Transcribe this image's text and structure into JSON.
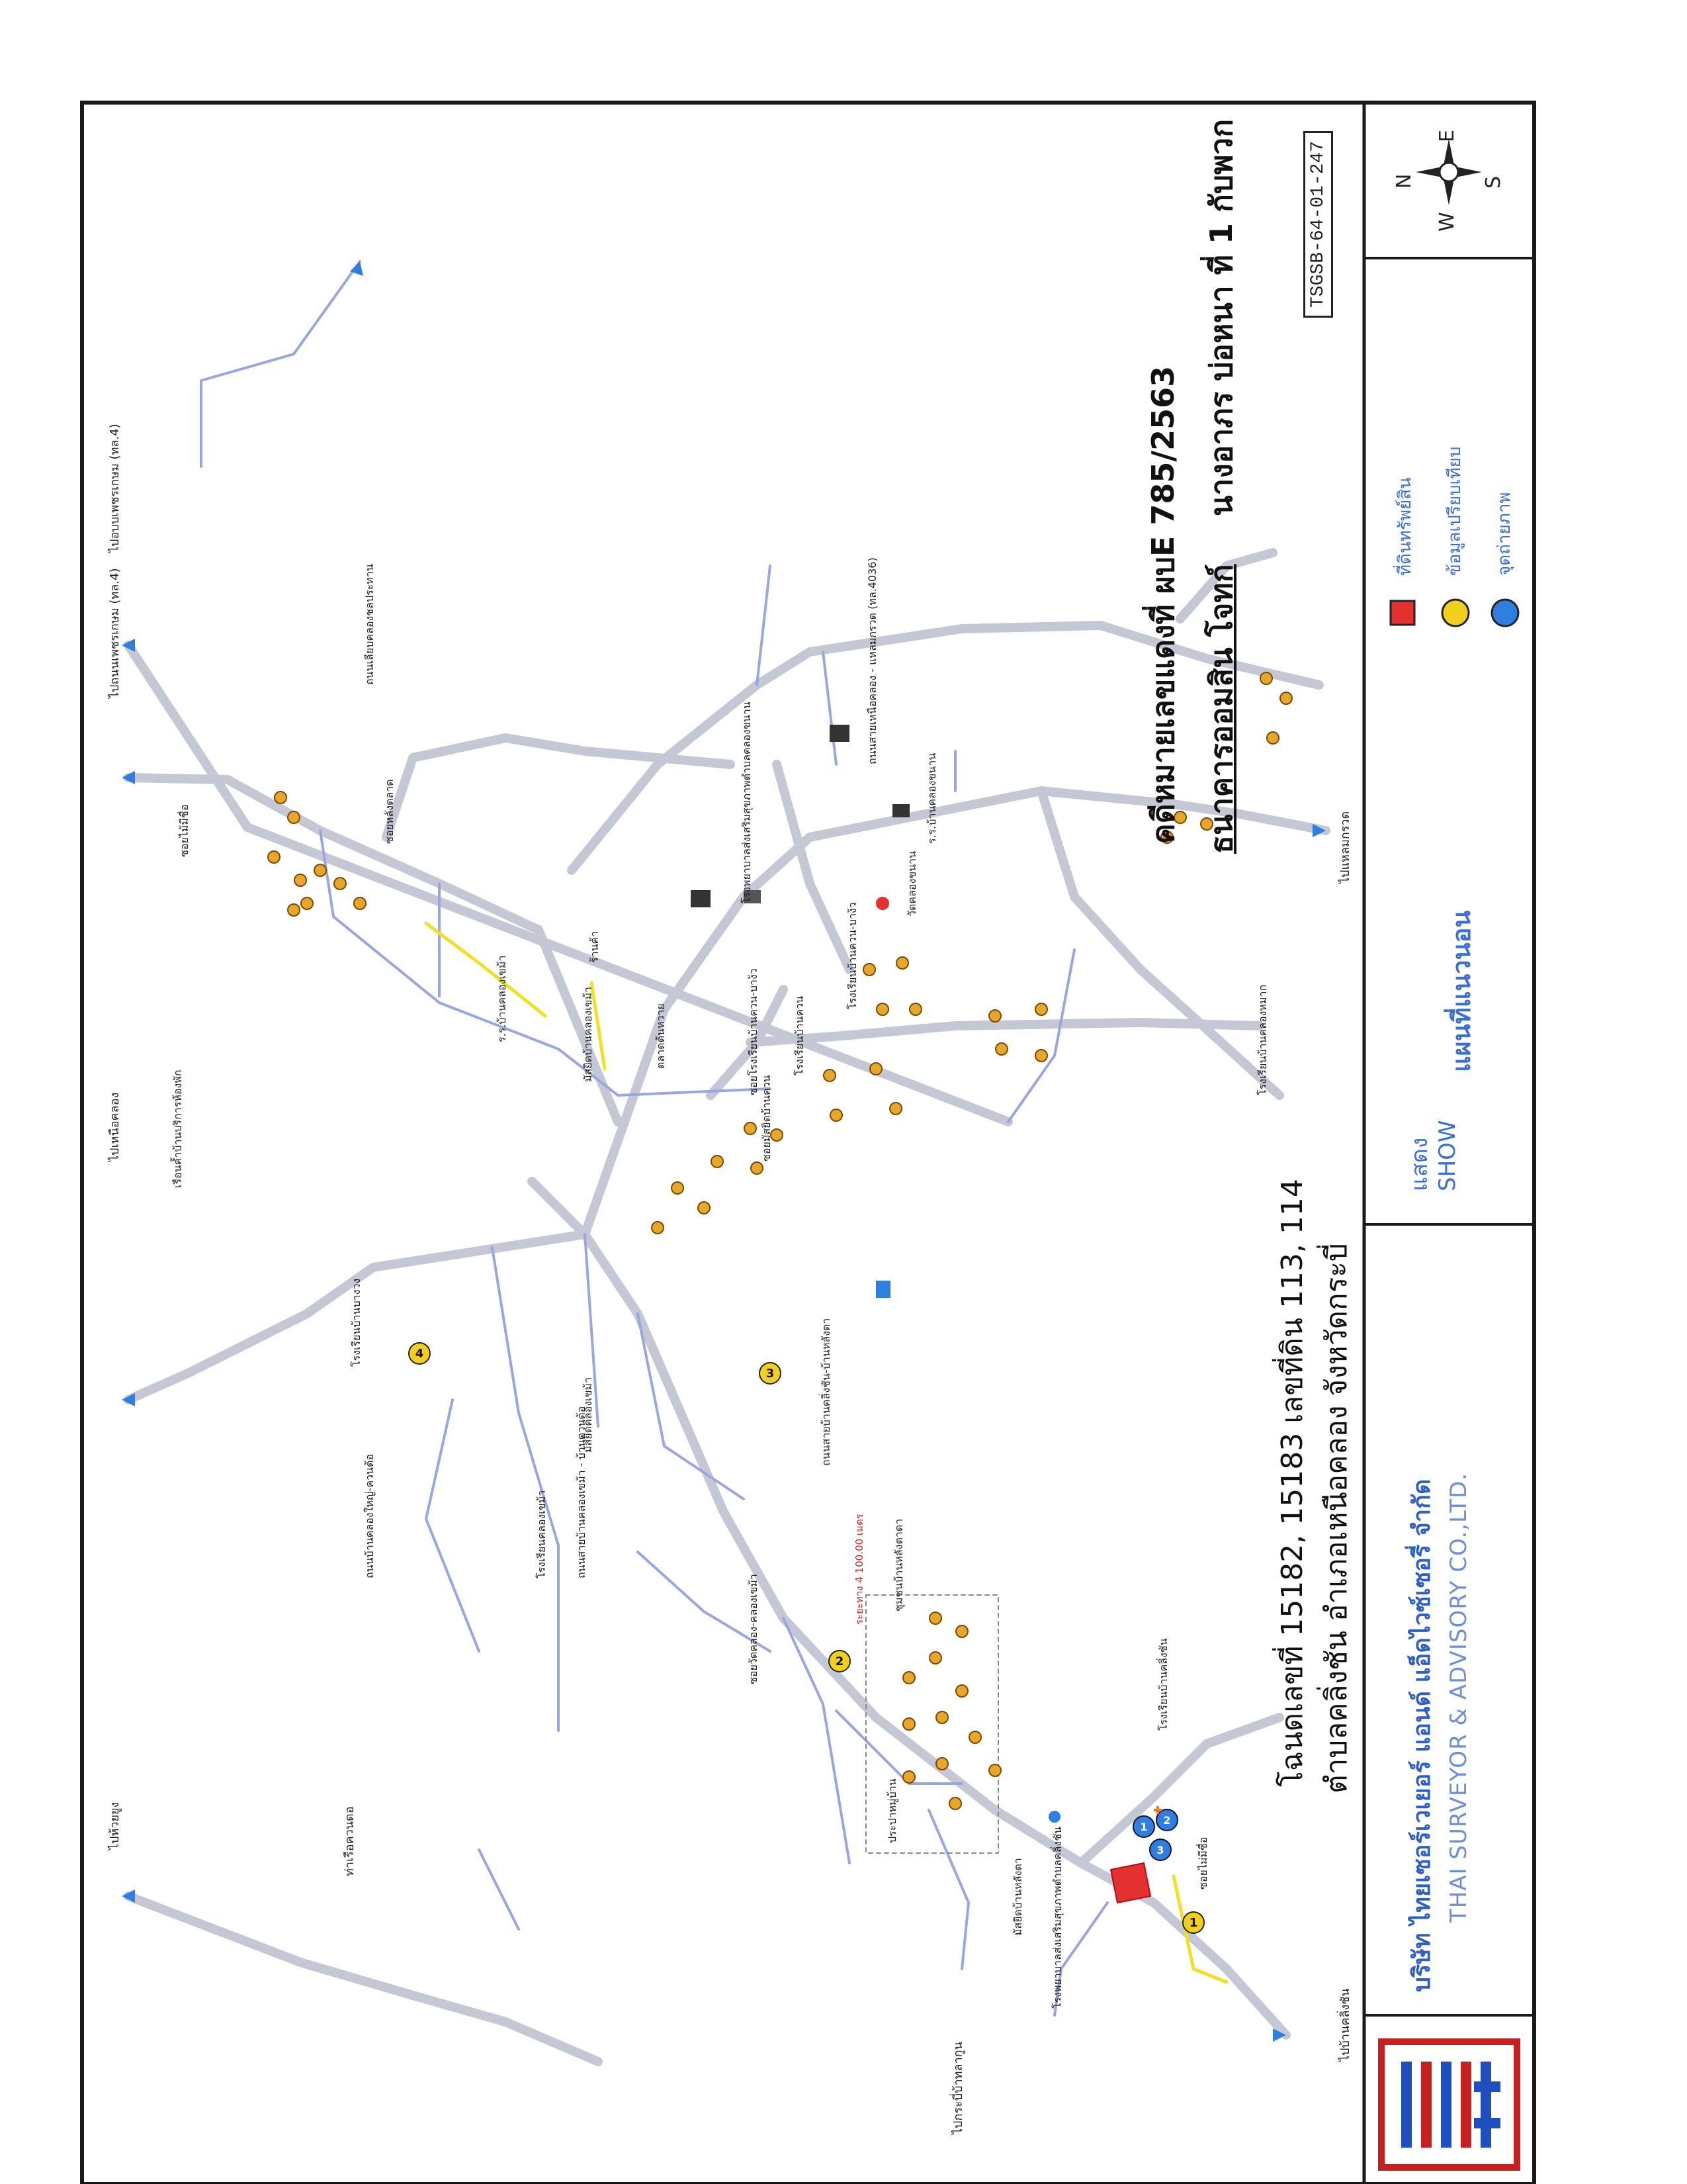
{
  "document": {
    "ref_code": "TSGSB-64-01-247",
    "title_line1": "คดีหมายเลขแดงที่ ผบE 785/2563",
    "title_line2": "ธนาคารออมสิน โจทก์",
    "title_line3": "นางอาภร บ่อหนา ที่ 1 กับพวก",
    "deed_line1": "โฉนดเลขที่ 15182, 15183 เลขที่ดิน 113, 114",
    "deed_line2": "ตำบลคลิ่งชัน อำเภอเหนือคลอง จังหวัดกระบี่"
  },
  "company": {
    "name_th": "บริษัท ไทยเซอร์เวเยอร์ แอนด์ แอ็ดไวซ์เซอรี่ จำกัด",
    "name_en": "THAI SURVEYOR & ADVISORY CO.,LTD."
  },
  "view_mode": {
    "show_th": "แสดง",
    "show_en": "SHOW",
    "mode_label": "แผนที่แนวนอน"
  },
  "legend": [
    {
      "icon": "red-square-marker",
      "color": "#e53030",
      "label": "ที่ดินทรัพย์สิน"
    },
    {
      "icon": "yellow-circle-marker",
      "color": "#f2cf1c",
      "label": "ข้อมูลเปรียบเทียบ"
    },
    {
      "icon": "blue-pin-marker",
      "color": "#2f7fe0",
      "label": "จุดถ่ายภาพ"
    }
  ],
  "compass": {
    "n": "N",
    "s": "S",
    "e": "E",
    "w": "W"
  },
  "map": {
    "destinations": {
      "d1": "ไปอบบเพชรเกษม (ทล.4)",
      "d2": "ไปถนนเพชรเกษม (ทล.4)",
      "d3": "ไปเหนือคลอง",
      "d4": "ไปห้วยยูง",
      "d5": "ท่าเรือควนดอ",
      "d6": "ไปกระบี่บ้าทลากูน",
      "d7": "ไปบ้านคลิ่งชัน",
      "d8": "ไปแหลมกรวด"
    },
    "labels": {
      "l1": "ถนนเลียบคลองชลประทาน",
      "l2": "ซอยหลังตลาด",
      "l3": "ซอยไม้มีชื่อ",
      "l4": "เรือนค้ำบ้านบริการห้องพัก",
      "l5": "ร้านค้า",
      "l6": "โรงพยาบาลส่งเสริมสุขภาพตำบลคลองขนาน",
      "l7": "ถนนสายเหนือคลอง - แหลมกรวด (ทล.4036)",
      "l8": "ร.ร.บ้านคลองขนาน",
      "l9": "ซอยโรงเรียนบ้านควน-บาง้ว",
      "l10": "โรงเรียนบ้านควน",
      "l11": "โรงเรียนบ้านควน-บาง้ว",
      "l12": "วัดคลองขนาน",
      "l13": "ร.ร.บ้านคลองเขม้า",
      "l14": "มัสยิดบ้านคลองเขม้า",
      "l15": "ตลาดต้นหวาย",
      "l16": "ซอยมัสยิดบ้านควน",
      "l17": "โรงเรียนบ้านบางวง",
      "l18": "ถนนบ้านคลองใหญ่-ควนต้อ",
      "l19": "โรงเรียนคลองเขม้า",
      "l20": "ถนนสายบ้านคลองเขม้า - บ้านควนต้อ",
      "l21": "มัสยิดคลองเขม้า",
      "l22": "ถนนสายบ้านคลิ่งชัน-บ้านหลังตา",
      "l23": "ชุมชนบ้านหลังตาดา",
      "l24": "ซอยวัดคลอง-คลองเขม้า",
      "l25": "ประปาหมู่บ้าน",
      "l26": "โรงเรียนบ้านคลิ่งชัน",
      "l27": "มัสยิดบ้านหลังตา",
      "l28": "โรงพยาบาลส่งเสริมสุขภาพตำบลคลิ่งชัน",
      "l29": "โรงเรียนบ้านคลองหมาก",
      "l30": "ระยะทาง 4 100.00 เมตร",
      "l31": "ซอยไม่มีชื่อ"
    },
    "markers": [
      "1",
      "2",
      "3",
      "4"
    ],
    "photo_points": [
      "1",
      "2",
      "3"
    ]
  }
}
